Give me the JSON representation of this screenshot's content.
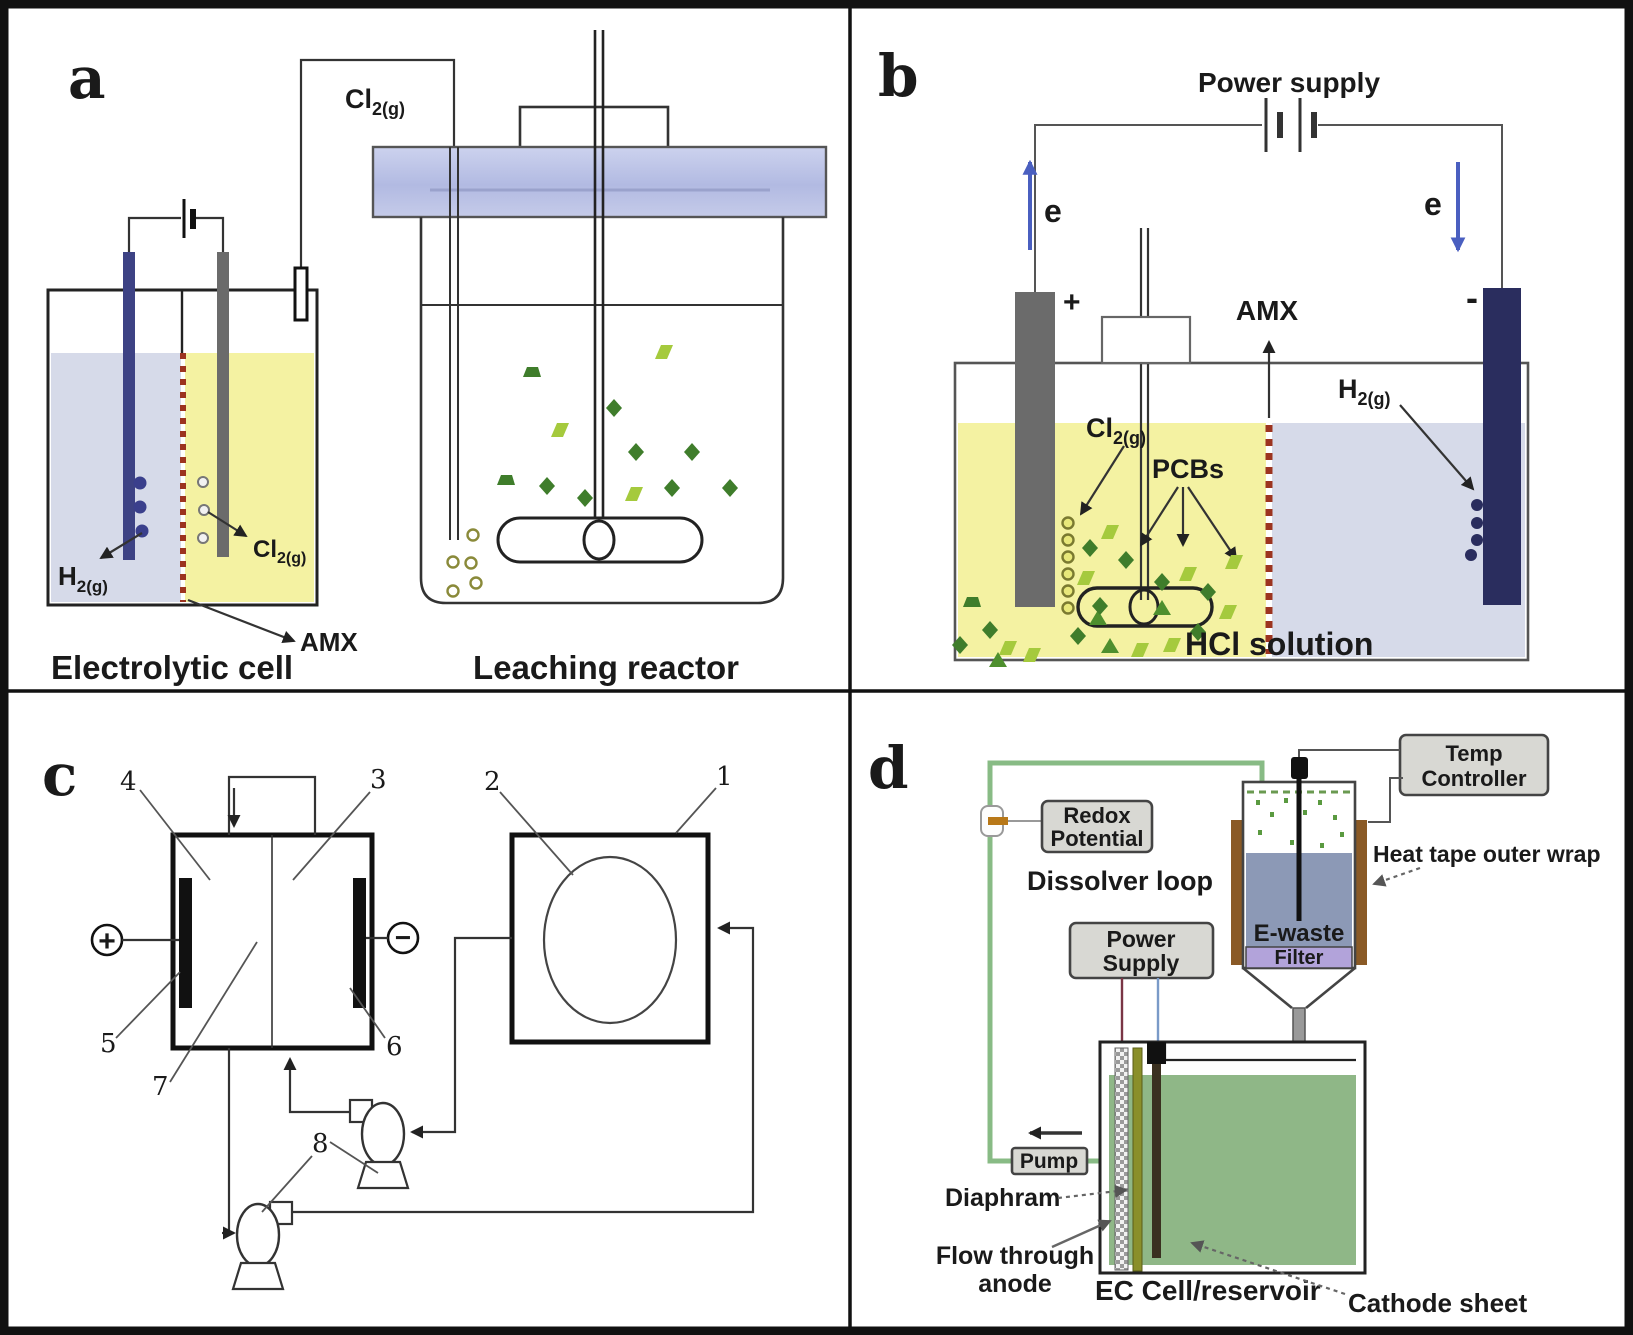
{
  "colors": {
    "anolyte_yellow": "#f4f2a2",
    "catholyte_lavender": "#d6dae9",
    "membrane_red": "#9c3420",
    "anode_gray": "#6b6b6b",
    "cathode_navy": "#2a2d5e",
    "lid_lavender": "#b9c0e2",
    "pcb_dark_green": "#3f7d2b",
    "pcb_light_green": "#a5ca3d",
    "electron_blue": "#4a5fc0",
    "loop_green": "#88bb85",
    "ewaste_bluegray": "#8c99b6",
    "filter_purple": "#b2a3da",
    "heat_tape_brown": "#8a5a26",
    "reservoir_green": "#8fb787",
    "label_box_gray": "#d8d8d3"
  },
  "panel_a": {
    "letter": "a",
    "cl2_line": {
      "main": "Cl",
      "sub": "2(g)"
    },
    "h2": {
      "main": "H",
      "sub": "2(g)"
    },
    "cl2_cell": {
      "main": "Cl",
      "sub": "2(g)"
    },
    "amx": "AMX",
    "electrolytic_cell_caption": "Electrolytic cell",
    "leaching_reactor_caption": "Leaching reactor"
  },
  "panel_b": {
    "letter": "b",
    "power_supply": "Power supply",
    "electron_left": "e",
    "electron_right": "e",
    "anode_sign": "+",
    "cathode_sign": "-",
    "amx": "AMX",
    "cl2": {
      "main": "Cl",
      "sub": "2(g)"
    },
    "pcbs": "PCBs",
    "h2": {
      "main": "H",
      "sub": "2(g)"
    },
    "hcl": "HCl solution"
  },
  "panel_c": {
    "letter": "c",
    "plus": "+",
    "minus": "−",
    "n1": "1",
    "n2": "2",
    "n3": "3",
    "n4": "4",
    "n5": "5",
    "n6": "6",
    "n7": "7",
    "n8": "8"
  },
  "panel_d": {
    "letter": "d",
    "temp_controller": [
      "Temp",
      "Controller"
    ],
    "redox_potential": [
      "Redox",
      "Potential"
    ],
    "dissolver_loop": "Dissolver loop",
    "heat_tape": "Heat tape outer wrap",
    "power_supply": [
      "Power",
      "Supply"
    ],
    "e_waste": "E-waste",
    "filter": "Filter",
    "pump": "Pump",
    "diaphram": "Diaphram",
    "flow_through": [
      "Flow through",
      "anode"
    ],
    "ec_cell": "EC Cell/reservoir",
    "cathode_sheet": "Cathode sheet"
  }
}
